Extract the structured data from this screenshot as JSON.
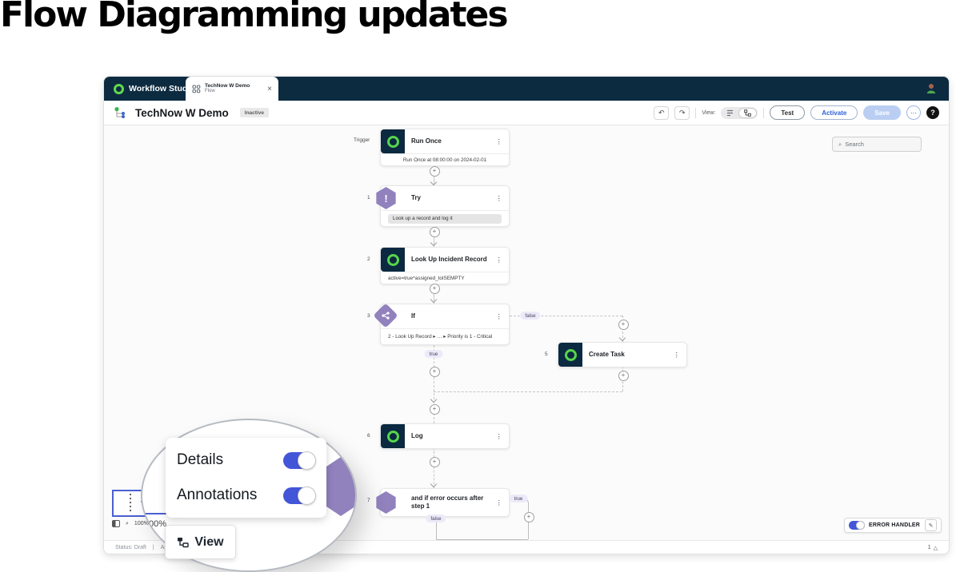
{
  "page_title": "Flow Diagramming updates",
  "colors": {
    "accent_blue": "#4456d8",
    "header_navy": "#0c2b40",
    "servicenow_green": "#62d84e",
    "node_purple": "#9181bd"
  },
  "icons": {
    "kebab": "⋮",
    "close": "×",
    "search": "⌕",
    "undo": "↶",
    "redo": "↷",
    "more": "⋯",
    "help": "?",
    "plus": "+",
    "pencil": "✎",
    "warning": "△",
    "exclamation": "!",
    "magnifier": "⌕"
  },
  "app": {
    "header": {
      "brand": "Workflow Studio",
      "tab_title": "TechNow W Demo",
      "tab_subtitle": "Flow"
    },
    "toolbar": {
      "flow_name": "TechNow W Demo",
      "status_badge": "Inactive",
      "view_label": "View:",
      "test_label": "Test",
      "activate_label": "Activate",
      "save_label": "Save"
    },
    "canvas": {
      "search_placeholder": "Search",
      "trigger_label": "Trigger",
      "branch_true": "true",
      "branch_false": "false",
      "error_handler_label": "ERROR HANDLER",
      "zoom_level": "100%",
      "nodes": [
        {
          "num": "",
          "title": "Run Once",
          "annotation": "Run Once at 08:00:00 on 2024-02-01"
        },
        {
          "num": "1",
          "title": "Try",
          "annotation": "Look up a record and log it"
        },
        {
          "num": "2",
          "title": "Look Up Incident Record",
          "annotation": "active=true^assigned_toISEMPTY"
        },
        {
          "num": "3",
          "title": "If",
          "annotation": "2 - Look Up Record ▸ … ▸ Priority is 1 - Critical"
        },
        {
          "num": "5",
          "title": "Create Task",
          "annotation": ""
        },
        {
          "num": "6",
          "title": "Log",
          "annotation": ""
        },
        {
          "num": "7",
          "title": "and if error occurs after step 1",
          "annotation": ""
        }
      ]
    },
    "statusbar": {
      "status": "Status: Draft",
      "divider": "|",
      "application_partial": "Appli",
      "warning_count": "1"
    }
  },
  "callout": {
    "details_label": "Details",
    "annotations_label": "Annotations",
    "view_label": "View",
    "zoom_fragment": "00%"
  }
}
